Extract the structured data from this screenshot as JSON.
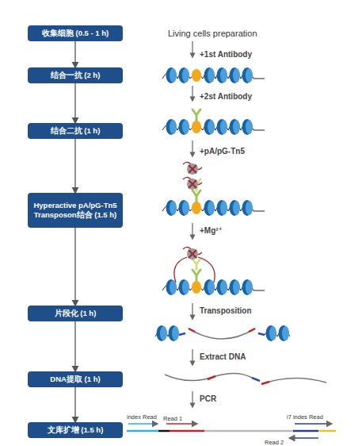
{
  "diagram": {
    "nodes": [
      {
        "text": [
          "收集细胞 (0.5 - 1 h)"
        ]
      },
      {
        "text": [
          "结合一抗 (2 h)"
        ]
      },
      {
        "text": [
          "结合二抗 (1 h)"
        ]
      },
      {
        "text": [
          "Hyperactive pA/pG-Tn5 Transposon结合 (1.5 h)"
        ]
      },
      {
        "text": [
          "片段化 (1 h)"
        ]
      },
      {
        "text": [
          "DNA提取 (1 h)"
        ]
      },
      {
        "text": [
          "文库扩增 (1.5 h)"
        ]
      }
    ],
    "edges": [
      {
        "from": 0,
        "to": 1,
        "arrow": "to"
      },
      {
        "from": 1,
        "to": 2,
        "arrow": "to"
      },
      {
        "from": 2,
        "to": 3,
        "arrow": "to"
      },
      {
        "from": 3,
        "to": 4,
        "arrow": "to"
      },
      {
        "from": 4,
        "to": 5,
        "arrow": "to"
      },
      {
        "from": 5,
        "to": 6,
        "arrow": "to"
      }
    ],
    "labels": [
      "Living cells preparation",
      "+1st Antibody",
      "+2st Antibody",
      "+pA/pG-Tn5",
      "+Mg²⁺",
      "Transposition",
      "Extract DNA",
      "PCR",
      "index Read",
      "Read 1",
      "i7 indes Read",
      "Read 2"
    ]
  }
}
